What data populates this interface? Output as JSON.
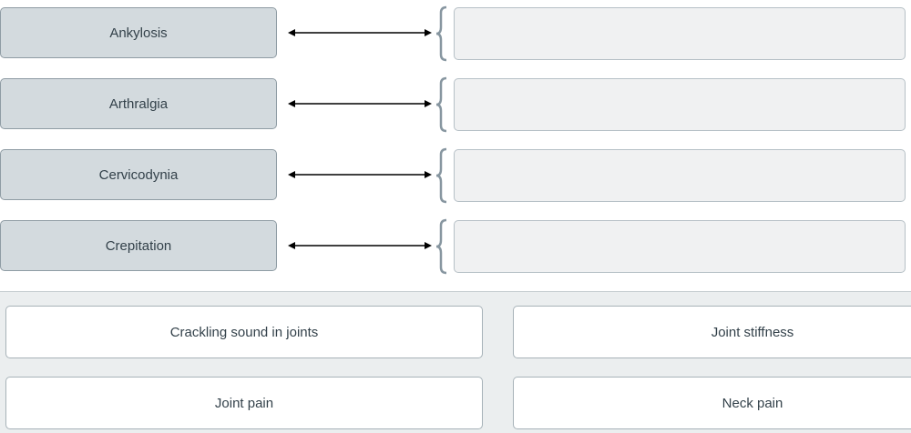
{
  "matching": {
    "terms": [
      {
        "label": "Ankylosis"
      },
      {
        "label": "Arthralgia"
      },
      {
        "label": "Cervicodynia"
      },
      {
        "label": "Crepitation"
      }
    ]
  },
  "choices": [
    {
      "label": "Crackling sound in joints"
    },
    {
      "label": "Joint stiffness"
    },
    {
      "label": "Joint pain"
    },
    {
      "label": "Neck pain"
    }
  ],
  "colors": {
    "term_bg": "#d3dade",
    "dropzone_bg": "#f0f1f2",
    "pool_bg": "#ebeeef",
    "text": "#33414a"
  }
}
